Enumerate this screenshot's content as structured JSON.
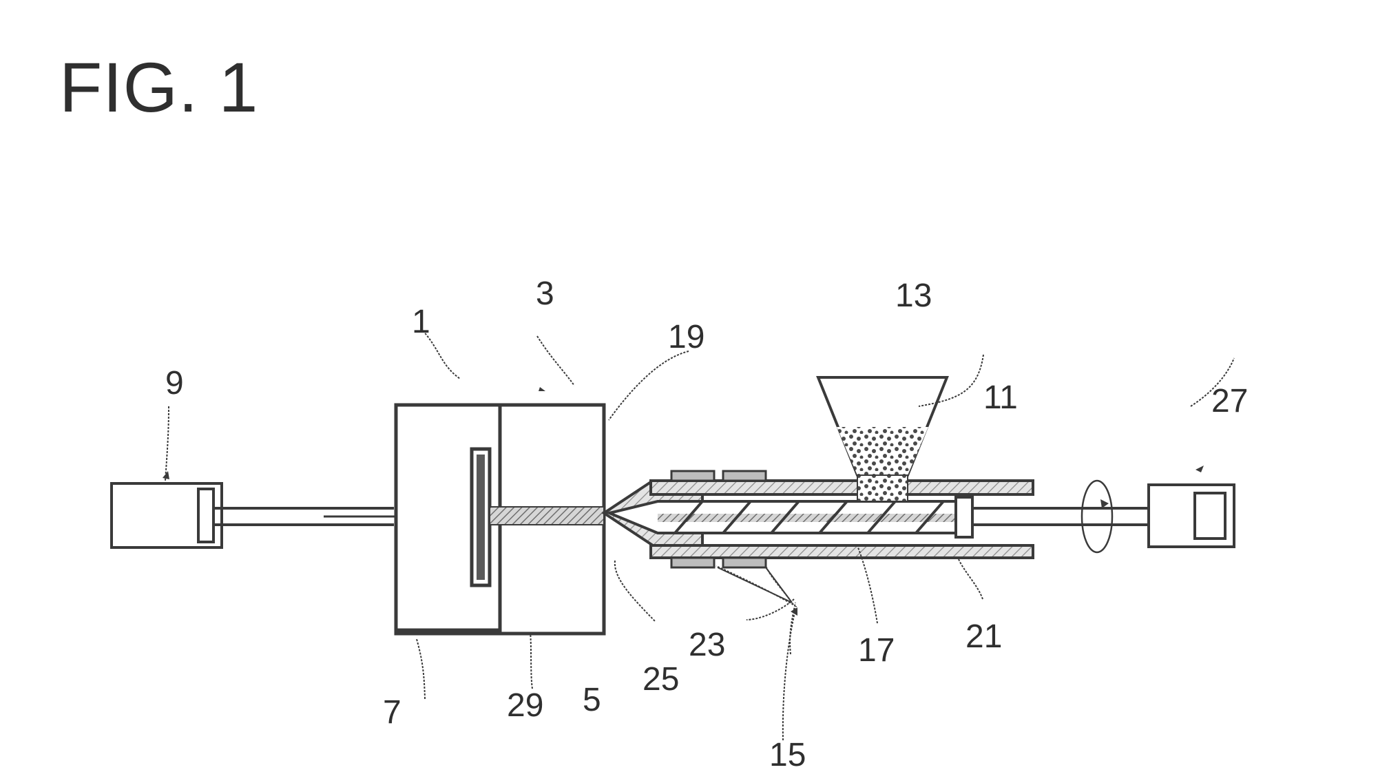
{
  "figure": {
    "title": "FIG. 1"
  },
  "labels": {
    "l1": "1",
    "l3": "3",
    "l5": "5",
    "l7": "7",
    "l9": "9",
    "l11": "11",
    "l13": "13",
    "l15": "15",
    "l17": "17",
    "l19": "19",
    "l21": "21",
    "l23": "23",
    "l25": "25",
    "l27": "27",
    "l29": "29"
  },
  "colors": {
    "stroke": "#3a3a3a",
    "fill_dark": "#5a5a5a",
    "hatch": "#8a8a8a",
    "text": "#2f2f2f"
  },
  "icons": {
    "rotation": "rotation-arrow-icon",
    "flow": "flow-arrow-icon"
  }
}
